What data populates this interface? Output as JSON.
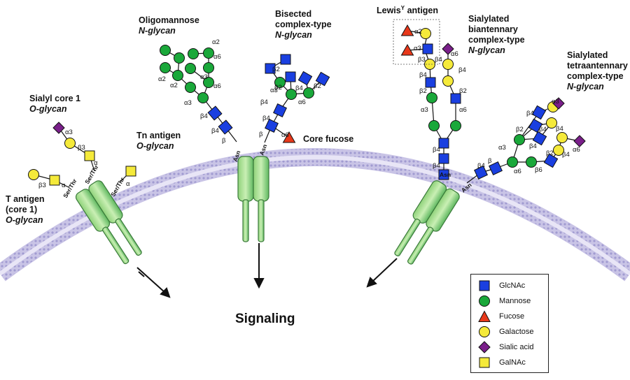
{
  "labels": {
    "sialyl_core1": [
      "Sialyl core 1",
      "O-glycan"
    ],
    "tn_antigen": [
      "Tn antigen",
      "O-glycan"
    ],
    "t_antigen": [
      "T antigen",
      "(core 1)",
      "O-glycan"
    ],
    "oligomannose": [
      "Oligomannose",
      "N-glycan"
    ],
    "bisected": [
      "Bisected",
      "complex-type",
      "N-glycan"
    ],
    "core_fucose": "Core fucose",
    "lewis_y": "Lewis",
    "lewis_y_sup": "Y",
    "lewis_y_suffix": " antigen",
    "sialylated_bi": [
      "Sialylated",
      "biantennary",
      "complex-type",
      "N-glycan"
    ],
    "sialylated_tetra": [
      "Sialylated",
      "tetraantennary",
      "complex-type",
      "N-glycan"
    ],
    "signaling": "Signaling"
  },
  "residue_labels": {
    "ser_thr": "Ser/Thr",
    "asn": "Asn",
    "alpha": "α",
    "a2": "α2",
    "a3": "α3",
    "a6": "α6",
    "beta": "β",
    "b2": "β2",
    "b3": "β3",
    "b4": "β4",
    "b6": "β6"
  },
  "legend": [
    {
      "name": "GlcNAc",
      "shape": "square",
      "color": "#1a3fe0"
    },
    {
      "name": "Mannose",
      "shape": "circle",
      "color": "#1aa83a"
    },
    {
      "name": "Fucose",
      "shape": "triangle",
      "color": "#e8381a"
    },
    {
      "name": "Galactose",
      "shape": "circle",
      "color": "#f5ea3a"
    },
    {
      "name": "Sialic acid",
      "shape": "diamond",
      "color": "#7a1f8a"
    },
    {
      "name": "GalNAc",
      "shape": "square",
      "color": "#f5ea3a"
    }
  ],
  "colors": {
    "membrane": "#b9b3dc",
    "membrane_dot": "#8e86c4",
    "protein_light": "#a6df8c",
    "protein_dark": "#4aa85a",
    "protein_stroke": "#3a7a3a"
  }
}
